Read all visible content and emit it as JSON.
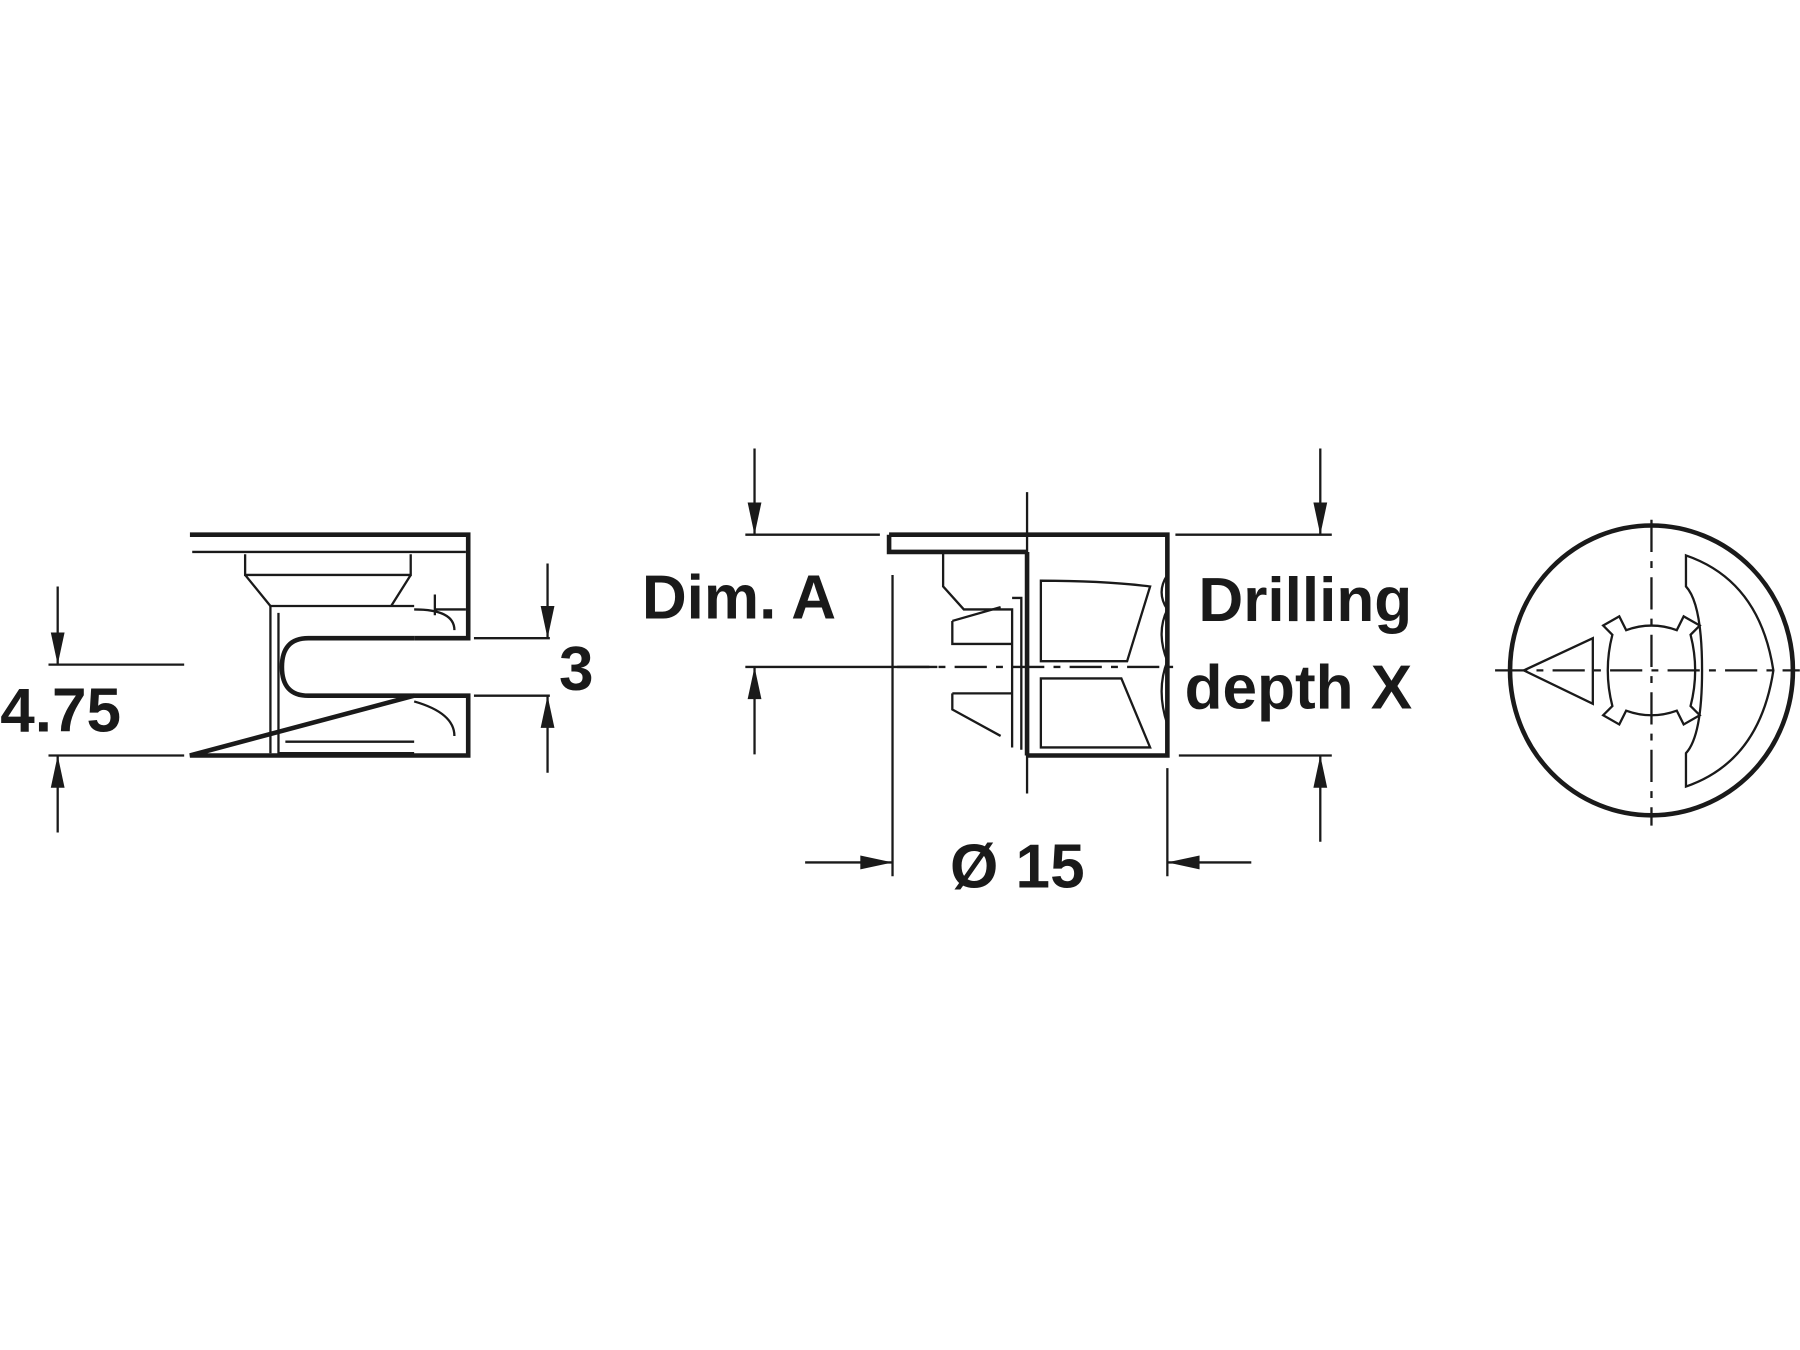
{
  "drawing": {
    "labels": {
      "side_height": "4.75",
      "slot_width": "3",
      "dim_a": "Dim. A",
      "drilling_line1": "Drilling",
      "drilling_line2": "depth X",
      "diameter": "Ø 15"
    },
    "colors": {
      "line": "#1a1a1a",
      "background": "#ffffff"
    }
  }
}
